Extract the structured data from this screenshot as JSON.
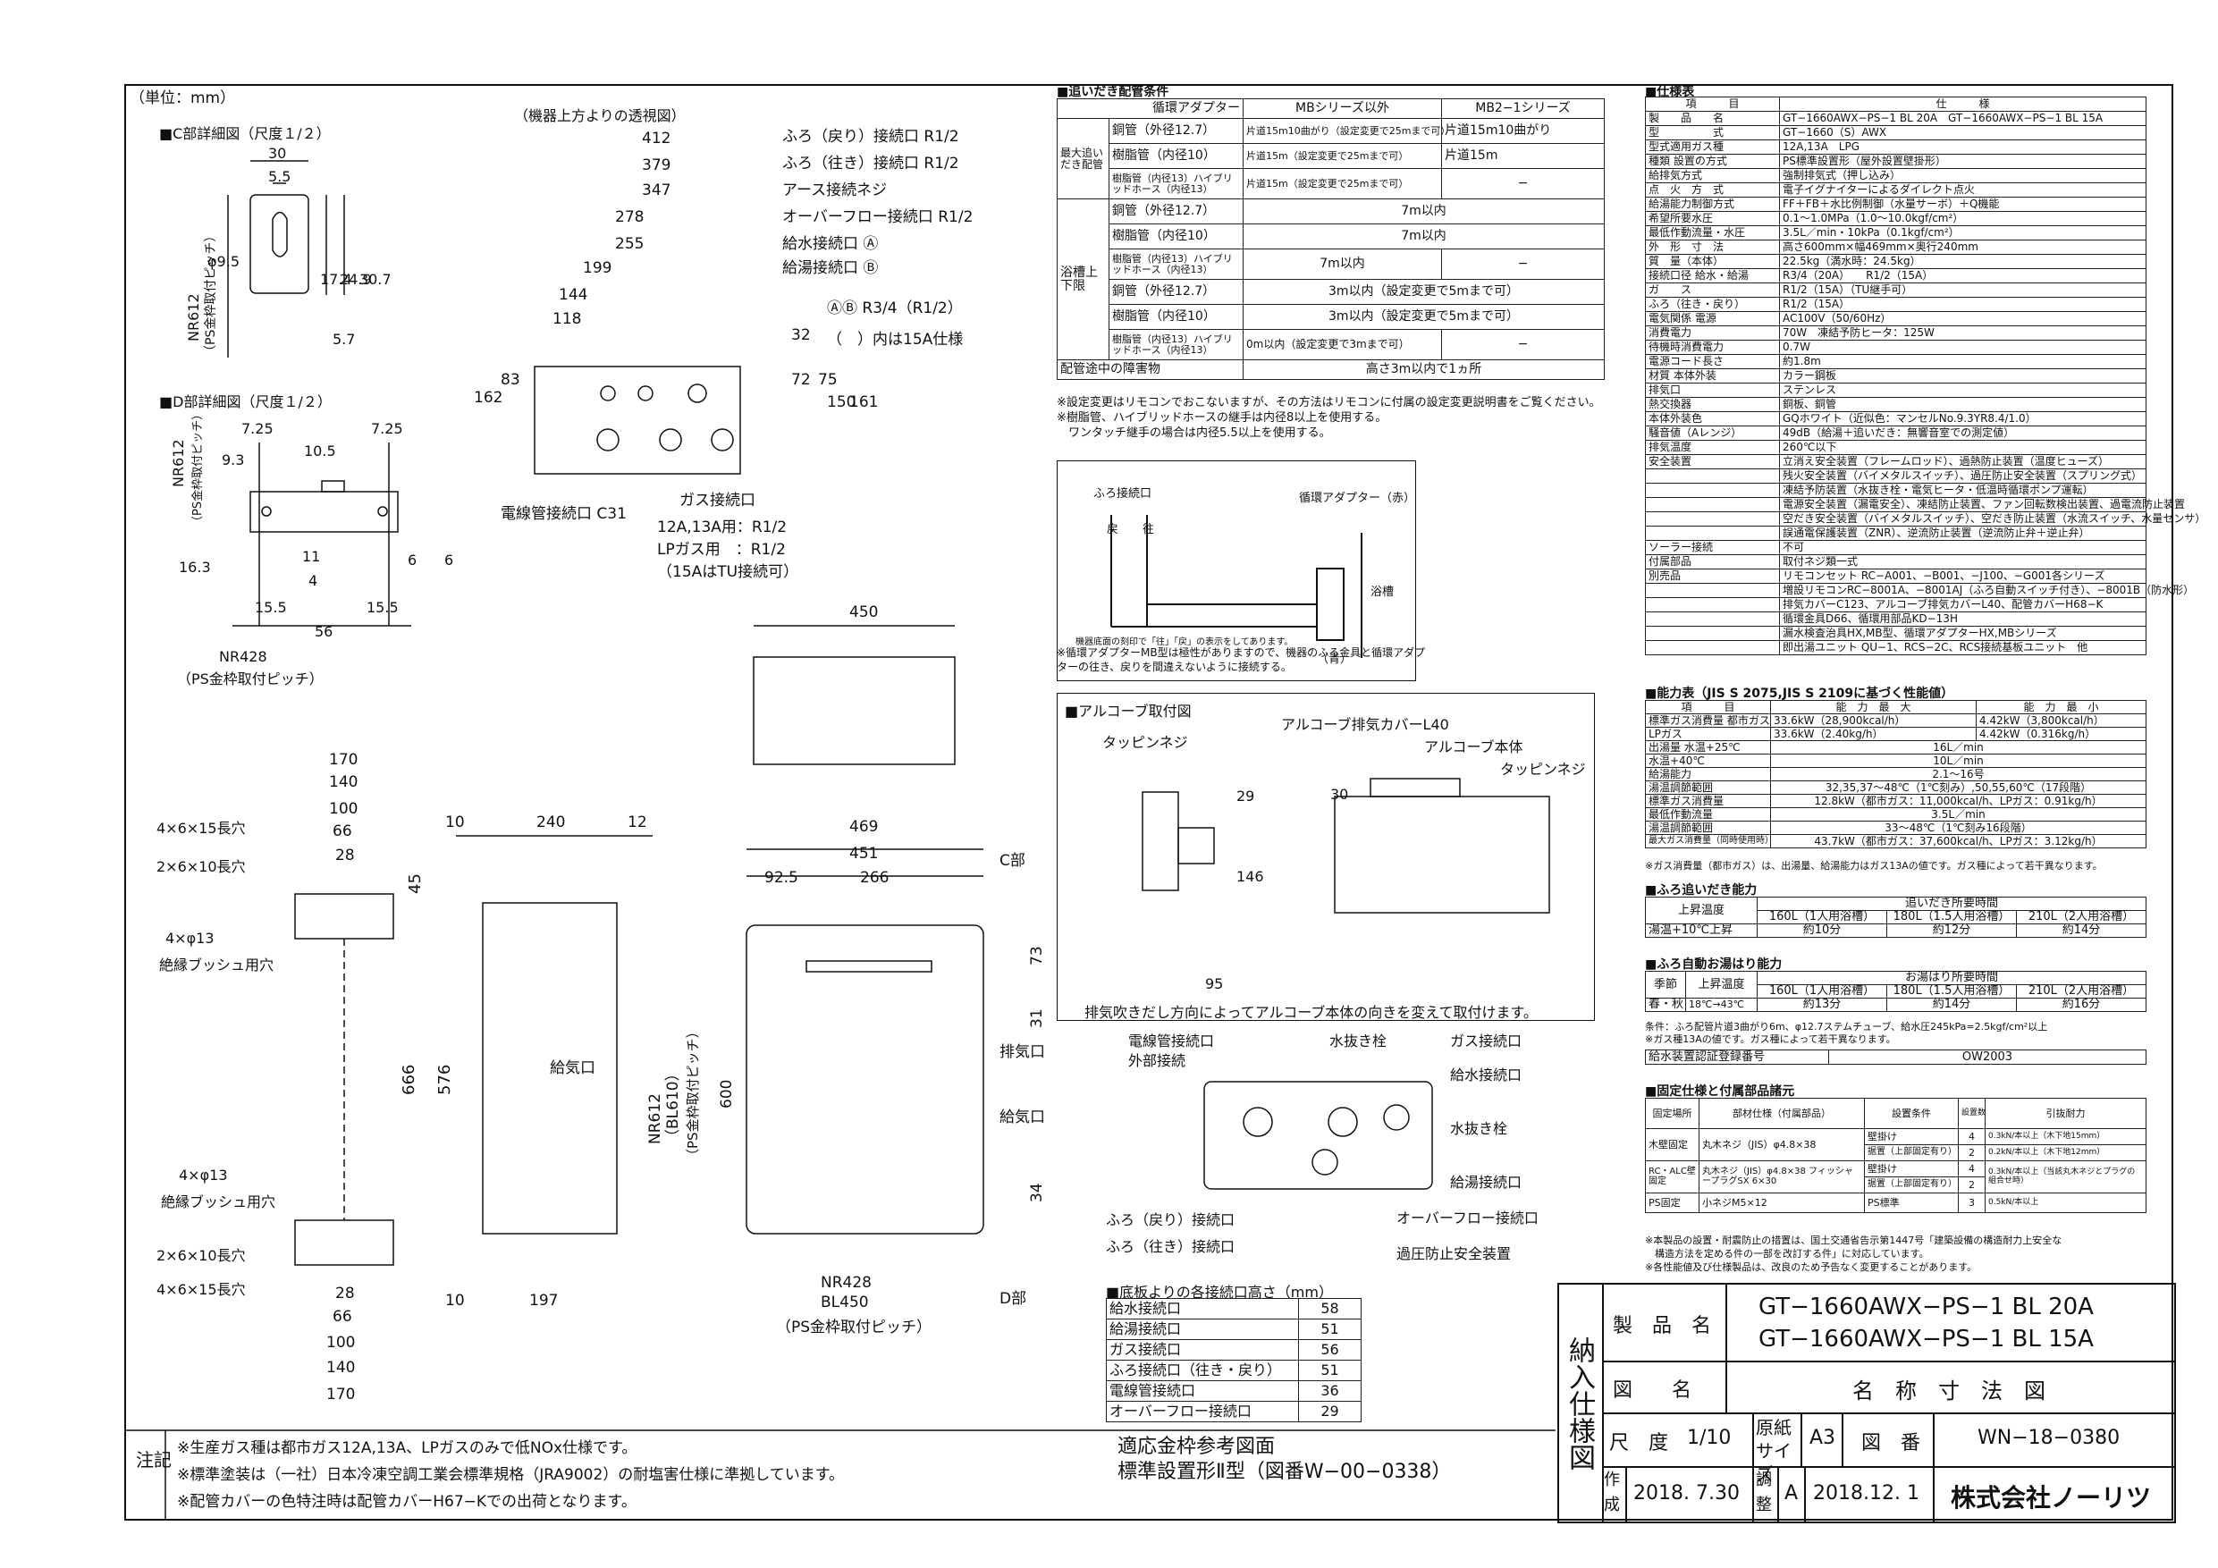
{
  "unit_label": "（単位：mm）",
  "view_top_label": "（機器上方よりの透視図）",
  "c_detail_label": "■C部詳細図（尺度１/２）",
  "d_detail_label": "■D部詳細図（尺度１/２）",
  "c_dims": [
    "30",
    "5.5",
    "φ9.5",
    "17.4",
    "24.9",
    "30.7",
    "5.7"
  ],
  "c_pitch": "NR612",
  "c_pitch_sub": "（PS金枠取付ピッチ）",
  "d_dims": [
    "7.25",
    "7.25",
    "10.5",
    "9.3",
    "11",
    "4",
    "16.3",
    "6",
    "6",
    "15.5",
    "15.5",
    "56"
  ],
  "d_pitch": "NR612",
  "d_pitch_sub": "（PS金枠取付ピッチ）",
  "d_bottom": "NR428",
  "d_bottom_sub": "（PS金枠取付ピッチ）",
  "top_dims": [
    "412",
    "379",
    "347",
    "278",
    "255",
    "199",
    "144",
    "118",
    "162",
    "83",
    "32",
    "72",
    "75",
    "150",
    "161"
  ],
  "top_labels": [
    "ふろ（戻り）接続口 R1/2",
    "ふろ（往き）接続口 R1/2",
    "アース接続ネジ",
    "オーバーフロー接続口 R1/2",
    "給水接続口 Ⓐ",
    "給湯接続口 Ⓑ"
  ],
  "thread_note": "ⒶⒷ R3/4（R1/2）",
  "thread_note2": "（　）内は15A仕様",
  "conduit_label": "電線管接続口 C31",
  "gas_label": "ガス接続口",
  "gas_specs": [
    "12A,13A用：R1/2",
    "LPガス用　：R1/2",
    "（15AはTU接続可）"
  ],
  "front_dims": [
    "450",
    "469",
    "451",
    "92.5",
    "266",
    "240",
    "10",
    "12",
    "45",
    "73",
    "31",
    "34",
    "666",
    "576",
    "600",
    "197",
    "10",
    "NR612",
    "（BL610）",
    "（PS金枠取付ピッチ）",
    "NR428",
    "BL450",
    "（PS金枠取付ピッチ）"
  ],
  "front_labels": [
    "C部",
    "排気口",
    "給気口",
    "給気口",
    "D部"
  ],
  "bracket_dims": [
    "170",
    "140",
    "100",
    "66",
    "28",
    "28",
    "66",
    "100",
    "140",
    "170"
  ],
  "bracket_labels": [
    "4×6×15長穴",
    "2×6×10長穴",
    "4×φ13",
    "絶縁ブッシュ用穴",
    "4×φ13",
    "絶縁ブッシュ用穴",
    "2×6×10長穴",
    "4×6×15長穴"
  ],
  "alcove_title": "■アルコーブ取付図",
  "alcove_labels": [
    "タッピンネジ",
    "アルコーブ排気カバーL40",
    "アルコーブ本体",
    "タッピンネジ",
    "29",
    "146",
    "30",
    "95"
  ],
  "alcove_note": "排気吹きだし方向によってアルコーブ本体の向きを変えて取付けます。",
  "bottom_view_labels": [
    "電線管接続口",
    "外部接続",
    "水抜き栓",
    "ガス接続口",
    "給水接続口",
    "水抜き栓",
    "給湯接続口",
    "オーバーフロー接続口",
    "過圧防止安全装置",
    "ふろ（戻り）接続口",
    "ふろ（往き）接続口"
  ],
  "reheat_title": "■追いだき配管条件",
  "reheat_header": [
    "循環アダプター",
    "MBシリーズ以外",
    "MB2−1シリーズ"
  ],
  "reheat_rows": [
    [
      "最大追いだき配管",
      "銅管（外径12.7）",
      "片道15m10曲がり（設定変更で25mまで可）",
      "片道15m10曲がり"
    ],
    [
      "",
      "樹脂管（内径10）",
      "片道15m（設定変更で25mまで可）",
      "片道15m"
    ],
    [
      "",
      "樹脂管（内径13）ハイブリッドホース（内径13）",
      "片道15m（設定変更で25mまで可）",
      "−"
    ],
    [
      "上限",
      "銅管（外径12.7）",
      "7m以内",
      ""
    ],
    [
      "",
      "樹脂管（内径10）",
      "7m以内",
      ""
    ],
    [
      "",
      "樹脂管（内径13）ハイブリッドホース（内径13）",
      "7m以内",
      "−"
    ],
    [
      "下限",
      "銅管（外径12.7）",
      "3m以内（設定変更で5mまで可）",
      ""
    ],
    [
      "",
      "樹脂管（内径10）",
      "3m以内（設定変更で5mまで可）",
      ""
    ],
    [
      "",
      "樹脂管（内径13）ハイブリッドホース（内径13）",
      "0m以内（設定変更で3mまで可）",
      "−"
    ],
    [
      "配管途中の障害物",
      "",
      "高さ3m以内で1ヵ所",
      ""
    ]
  ],
  "reheat_row_label": "浴槽上下限",
  "reheat_notes": [
    "※設定変更はリモコンでおこないますが、その方法はリモコンに付属の設定変更説明書をご覧ください。",
    "※樹脂管、ハイブリッドホースの継手は内径8以上を使用する。",
    "　ワンタッチ継手の場合は内径5.5以上を使用する。"
  ],
  "adapter_labels": [
    "ふろ接続口",
    "循環アダプター（赤）",
    "浴槽",
    "（青）",
    "戻",
    "往"
  ],
  "adapter_note1": "機器底面の刻印で「往」「戻」の表示をしてあります。",
  "adapter_note2": "※循環アダプターMB型は極性がありますので、機器のふろ金具と循環アダプターの往き、戻りを間違えないように接続する。",
  "base_height_title": "■底板よりの各接続口高さ（mm）",
  "base_heights": [
    [
      "給水接続口",
      "58"
    ],
    [
      "給湯接続口",
      "51"
    ],
    [
      "ガス接続口",
      "56"
    ],
    [
      "ふろ接続口（往き・戻り）",
      "51"
    ],
    [
      "電線管接続口",
      "36"
    ],
    [
      "オーバーフロー接続口",
      "29"
    ]
  ],
  "ref_title": "適応金枠参考図面",
  "ref_sub": "標準設置形Ⅱ型（図番W−00−0338）",
  "notes_label": "注記",
  "notes": [
    "※生産ガス種は都市ガス12A,13A、LPガスのみで低NOx仕様です。",
    "※標準塗装は（一社）日本冷凍空調工業会標準規格（JRA9002）の耐塩害仕様に準拠しています。",
    "※配管カバーの色特注時は配管カバーH67−Kでの出荷となります。"
  ],
  "spec_title": "■仕様表",
  "spec_rows": [
    [
      "項　　　目",
      "仕　　　様"
    ],
    [
      "製　　品　　名",
      "GT−1660AWX−PS−1 BL 20A　GT−1660AWX−PS−1 BL 15A"
    ],
    [
      "型　　　　　式",
      "GT−1660（S）AWX"
    ],
    [
      "型式適用ガス種",
      "12A,13A　LPG"
    ],
    [
      "種類 設置の方式",
      "PS標準設置形（屋外設置壁掛形）"
    ],
    [
      "給排気方式",
      "強制排気式（押し込み）"
    ],
    [
      "点　火　方　式",
      "電子イグナイターによるダイレクト点火"
    ],
    [
      "給湯能力制御方式",
      "FF＋FB＋水比例制御（水量サーボ）＋Q機能"
    ],
    [
      "希望所要水圧",
      "0.1〜1.0MPa（1.0〜10.0kgf/cm²）"
    ],
    [
      "最低作動流量・水圧",
      "3.5L／min・10kPa（0.1kgf/cm²）"
    ],
    [
      "外　形　寸　法",
      "高さ600mm×幅469mm×奥行240mm"
    ],
    [
      "質　量（本体）",
      "22.5kg（満水時：24.5kg）"
    ],
    [
      "接続口径 給水・給湯",
      "R3/4（20A）　　R1/2（15A）"
    ],
    [
      "ガ　　ス",
      "R1/2（15A）（TU継手可）"
    ],
    [
      "ふろ（往き・戻り）",
      "R1/2（15A）"
    ],
    [
      "電気関係 電源",
      "AC100V（50/60Hz）"
    ],
    [
      "消費電力",
      "70W　凍結予防ヒータ：125W"
    ],
    [
      "待機時消費電力",
      "0.7W"
    ],
    [
      "電源コード長さ",
      "約1.8m"
    ],
    [
      "材質 本体外装",
      "カラー鋼板"
    ],
    [
      "排気口",
      "ステンレス"
    ],
    [
      "熱交換器",
      "銅板、銅管"
    ],
    [
      "本体外装色",
      "GQホワイト（近似色：マンセルNo.9.3YR8.4/1.0）"
    ],
    [
      "騒音値（Aレンジ）",
      "49dB（給湯＋追いだき：無響音室での測定値）"
    ],
    [
      "排気温度",
      "260℃以下"
    ],
    [
      "安全装置",
      "立消え安全装置（フレームロッド）、過熱防止装置（温度ヒューズ）"
    ],
    [
      "",
      "残火安全装置（バイメタルスイッチ）、過圧防止安全装置（スプリング式）"
    ],
    [
      "",
      "凍結予防装置（水抜き栓・電気ヒータ・低温時循環ポンプ運転）"
    ],
    [
      "",
      "電源安全装置（漏電安全）、凍結防止装置、ファン回転数検出装置、過電流防止装置"
    ],
    [
      "",
      "空だき安全装置（バイメタルスイッチ）、空だき防止装置（水流スイッチ、水量センサ）"
    ],
    [
      "",
      "誤通電保護装置（ZNR）、逆流防止装置（逆流防止弁＋逆止弁）"
    ],
    [
      "ソーラー接続",
      "不可"
    ],
    [
      "付属部品",
      "取付ネジ類一式"
    ],
    [
      "別売品",
      "リモコンセット RC−A001、−B001、−J100、−G001各シリーズ"
    ],
    [
      "",
      "増設リモコンRC−8001A、−8001AJ（ふろ自動スイッチ付き）、−8001B（防水形）"
    ],
    [
      "",
      "排気カバーC123、アルコーブ排気カバーL40、配管カバーH68−K"
    ],
    [
      "",
      "循環金具D66、循環用部品KD−13H"
    ],
    [
      "",
      "漏水検査治具HX,MB型、循環アダプターHX,MBシリーズ"
    ],
    [
      "",
      "即出湯ユニット QU−1、RCS−2C、RCS接続基板ユニット　他"
    ]
  ],
  "capacity_title": "■能力表（JIS S 2075,JIS S 2109に基づく性能値）",
  "capacity_header": [
    "項　　　目",
    "能　力　最　大",
    "能　力　最　小"
  ],
  "capacity_rows": [
    [
      "標準ガス消費量 都市ガス",
      "33.6kW（28,900kcal/h）",
      "4.42kW（3,800kcal/h）"
    ],
    [
      "LPガス",
      "33.6kW（2.40kg/h）",
      "4.42kW（0.316kg/h）"
    ],
    [
      "出湯量 水温+25℃",
      "16L／min",
      ""
    ],
    [
      "水温+40℃",
      "10L／min",
      ""
    ],
    [
      "給湯能力",
      "2.1〜16号",
      ""
    ],
    [
      "湯温調節範囲",
      "32,35,37〜48℃（1℃刻み）,50,55,60℃（17段階）",
      ""
    ],
    [
      "標準ガス消費量",
      "12.8kW（都市ガス：11,000kcal/h、LPガス：0.91kg/h）",
      ""
    ],
    [
      "最低作動流量",
      "3.5L／min",
      ""
    ],
    [
      "湯温調節範囲",
      "33〜48℃（1℃刻み16段階）",
      ""
    ],
    [
      "最大ガス消費量（同時使用時）",
      "43.7kW（都市ガス：37,600kcal/h、LPガス：3.12kg/h）",
      ""
    ]
  ],
  "capacity_note": "※ガス消費量（都市ガス）は、出湯量、給湯能力はガス13Aの値です。ガス種によって若干異なります。",
  "bath_reheat_title": "■ふろ追いだき能力",
  "bath_reheat_header": [
    "上昇温度",
    "追いだき所要時間",
    "160L（1人用浴槽）",
    "180L（1.5人用浴槽）",
    "210L（2人用浴槽）"
  ],
  "bath_reheat_row": [
    "湯温+10℃上昇",
    "約10分",
    "約12分",
    "約14分"
  ],
  "bath_auto_title": "■ふろ自動お湯はり能力",
  "bath_auto_header": [
    "季節",
    "上昇温度",
    "お湯はり所要時間",
    "160L（1人用浴槽）",
    "180L（1.5人用浴槽）",
    "210L（2人用浴槽）"
  ],
  "bath_auto_row": [
    "春・秋",
    "18℃→43℃",
    "約13分",
    "約14分",
    "約16分"
  ],
  "bath_auto_notes": [
    "条件：ふろ配管片道3曲がり6m、φ12.7ステムチューブ、給水圧245kPa=2.5kgf/cm²以上",
    "※ガス種13Aの値です。ガス種によって若干異なります。"
  ],
  "cert_label": "給水装置認証登録番号",
  "cert_value": "OW2003",
  "fix_title": "■固定仕様と付属部品諸元",
  "fix_header": [
    "固定場所",
    "部材仕様（付属部品）",
    "設置条件",
    "設置数",
    "引抜耐力"
  ],
  "fix_rows": [
    [
      "木壁固定",
      "丸木ネジ（JIS）φ4.8×38",
      "壁掛け",
      "4",
      "0.3kN/本以上（木下地15mm）"
    ],
    [
      "",
      "",
      "据置（上部固定有り）",
      "2",
      "0.2kN/本以上（木下地12mm）"
    ],
    [
      "RC・ALC壁固定",
      "丸木ネジ（JIS）φ4.8×38 フィッシャープラグSX 6×30",
      "壁掛け",
      "4",
      "0.3kN/本以上（当該丸木ネジとプラグの組合せ時）"
    ],
    [
      "",
      "",
      "据置（上部固定有り）",
      "2",
      ""
    ],
    [
      "PS固定",
      "小ネジM5×12",
      "PS標準",
      "3",
      "0.5kN/本以上"
    ]
  ],
  "fix_notes": [
    "※本製品の設置・耐震防止の措置は、国土交通省告示第1447号「建築設備の構造耐力上安全な",
    "　構造方法を定める件の一部を改訂する件」に対応しています。",
    "※各性能値及び仕様製品は、改良のため予告なく変更することがあります。"
  ],
  "title_block": {
    "vertical_label": "納入仕様図",
    "product_label": "製　品　名",
    "product_1": "GT−1660AWX−PS−1 BL 20A",
    "product_2": "GT−1660AWX−PS−1 BL 15A",
    "drawing_label": "図　　名",
    "drawing_name": "名　称　寸　法　図",
    "scale_label": "尺　度",
    "scale": "1/10",
    "paper_label": "原紙サイズ",
    "paper": "A3",
    "number_label": "図　番",
    "number": "WN−18−0380",
    "made_label": "作成",
    "made_date": "2018. 7.30",
    "revise_label": "調整",
    "revise_mark": "A",
    "revise_date": "2018.12. 1",
    "company": "株式会社ノーリツ"
  }
}
